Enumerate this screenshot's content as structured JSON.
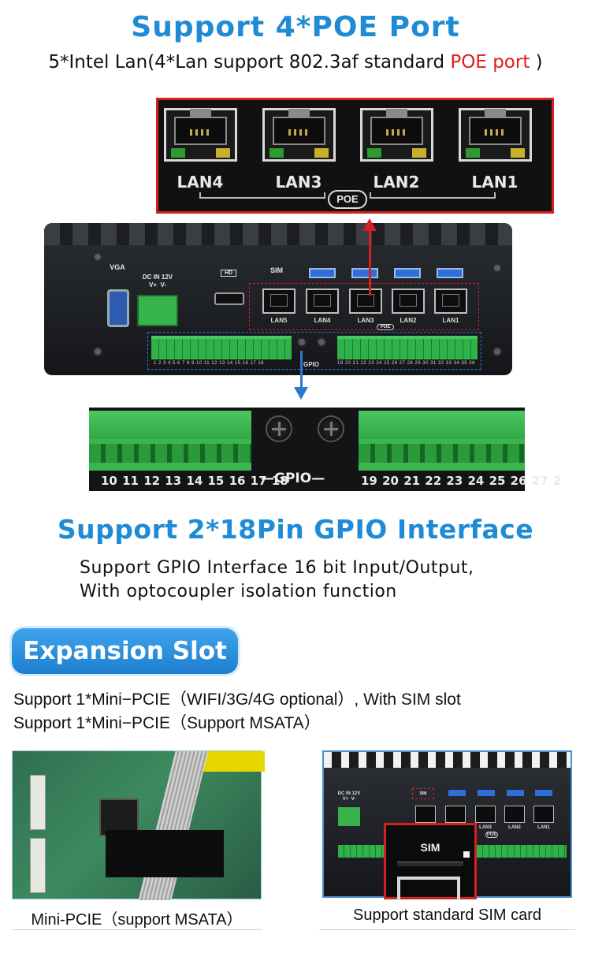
{
  "poe_section": {
    "title": "Support 4*POE Port",
    "subtitle_prefix": "5*Intel Lan(4*Lan support 802.3af standard ",
    "subtitle_highlight": "POE port",
    "subtitle_suffix": " )",
    "highlight_color": "#e01b1b",
    "zoom_ports": [
      "LAN4",
      "LAN3",
      "LAN2",
      "LAN1"
    ],
    "poe_badge": "POE"
  },
  "device": {
    "vga_label": "VGA",
    "dc_label": "DC IN 12V\nV+  V-",
    "sim_label": "SIM",
    "hd_label": "HD",
    "lan_labels": [
      "LAN5",
      "LAN4",
      "LAN3",
      "LAN2",
      "LAN1"
    ],
    "poe_label": "POE",
    "gpio_label": "GPIO",
    "gpio_left_numbers": "1 2 3 4 5 6 7 8 9 10 11 12 13 14 15 16 17 18",
    "gpio_right_numbers": "19 20 21 22 23 24 25 26 27 28 29 30 31 32 33 34 35 36"
  },
  "gpio_zoom": {
    "left_numbers": "10 11 12 13 14 15 16 17 18",
    "gpio_label": "—GPIO—",
    "right_numbers": "19 20 21 22 23 24 25 26 27 2"
  },
  "gpio_section": {
    "title": "Support 2*18Pin GPIO Interface",
    "line1": "Support GPIO Interface 16 bit Input/Output,",
    "line2": "With optocoupler isolation function"
  },
  "expansion": {
    "badge": "Expansion Slot",
    "line1": "Support 1*Mini−PCIE（WIFI/3G/4G optional）, With SIM slot",
    "line2": "Support 1*Mini−PCIE（Support MSATA）"
  },
  "photos": {
    "right_dc_label": "DC IN 12V\nV+  V-",
    "right_sim_small": "SIM",
    "right_lan_labels": [
      "LAN3",
      "LAN2",
      "LAN1"
    ],
    "right_poe": "POE",
    "right_sim_zoom": "SIM",
    "caption_left": "Mini-PCIE（support MSATA）",
    "caption_right": "Support standard SIM card"
  },
  "colors": {
    "title_blue": "#1f8bd4",
    "badge_blue": "#1d7fcf",
    "frame_red": "#d62020",
    "frame_blue": "#2a7ad0",
    "terminal_green": "#2fb24a"
  }
}
